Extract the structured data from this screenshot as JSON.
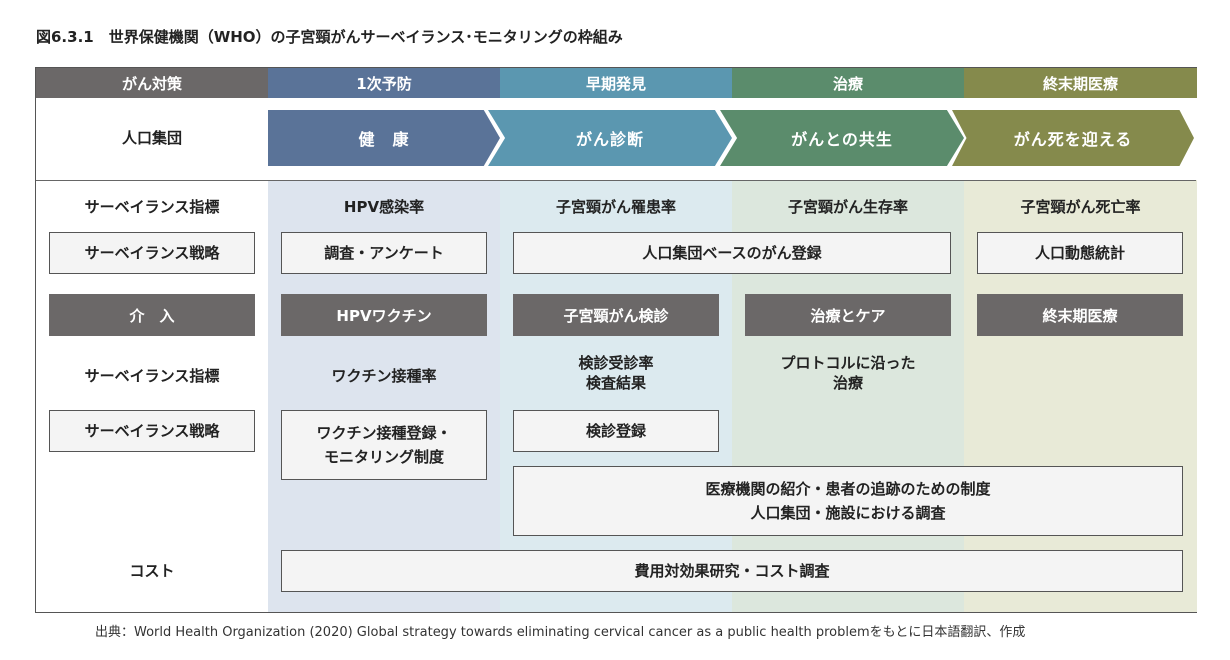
{
  "title": "図6.3.1　世界保健機関（WHO）の子宮頸がんサーベイランス･モニタリングの枠組み",
  "columns": {
    "header_label": "がん対策",
    "phases": [
      "1次予防",
      "早期発見",
      "治療",
      "終末期医療"
    ]
  },
  "population": {
    "label": "人口集団",
    "arrows": [
      "健　康",
      "がん診断",
      "がんとの共生",
      "がん死を迎える"
    ]
  },
  "rows": {
    "indicator1": {
      "label": "サーベイランス指標",
      "values": [
        "HPV感染率",
        "子宮頸がん罹患率",
        "子宮頸がん生存率",
        "子宮頸がん死亡率"
      ]
    },
    "strategy1": {
      "label": "サーベイランス戦略",
      "survey": "調査・アンケート",
      "registry": "人口集団ベースのがん登録",
      "vital": "人口動態統計"
    },
    "intervention": {
      "label": "介　入",
      "items": [
        "HPVワクチン",
        "子宮頸がん検診",
        "治療とケア",
        "終末期医療"
      ]
    },
    "indicator2": {
      "label": "サーベイランス指標",
      "vaccine_rate": "ワクチン接種率",
      "screening_line1": "検診受診率",
      "screening_line2": "検査結果",
      "protocol_line1": "プロトコルに沿った",
      "protocol_line2": "治療"
    },
    "strategy2": {
      "label": "サーベイランス戦略",
      "vaccine_reg_line1": "ワクチン接種登録・",
      "vaccine_reg_line2": "モニタリング制度",
      "screening_reg": "検診登録",
      "referral_line1": "医療機関の紹介・患者の追跡のための制度",
      "referral_line2": "人口集団・施設における調査"
    },
    "cost": {
      "label": "コスト",
      "value": "費用対効果研究・コスト調査"
    }
  },
  "source": "出典：World Health Organization (2020) Global strategy towards eliminating cervical cancer as a public health problemをもとに日本語翻訳、作成",
  "colors": {
    "header_gray": "#6b6868",
    "phase1": "#5a7398",
    "phase2": "#5b97b0",
    "phase3": "#5b8c6c",
    "phase4": "#858a4c",
    "bg1": "#dde4ee",
    "bg2": "#dceaef",
    "bg3": "#dce7dd",
    "bg4": "#e8ead7"
  }
}
